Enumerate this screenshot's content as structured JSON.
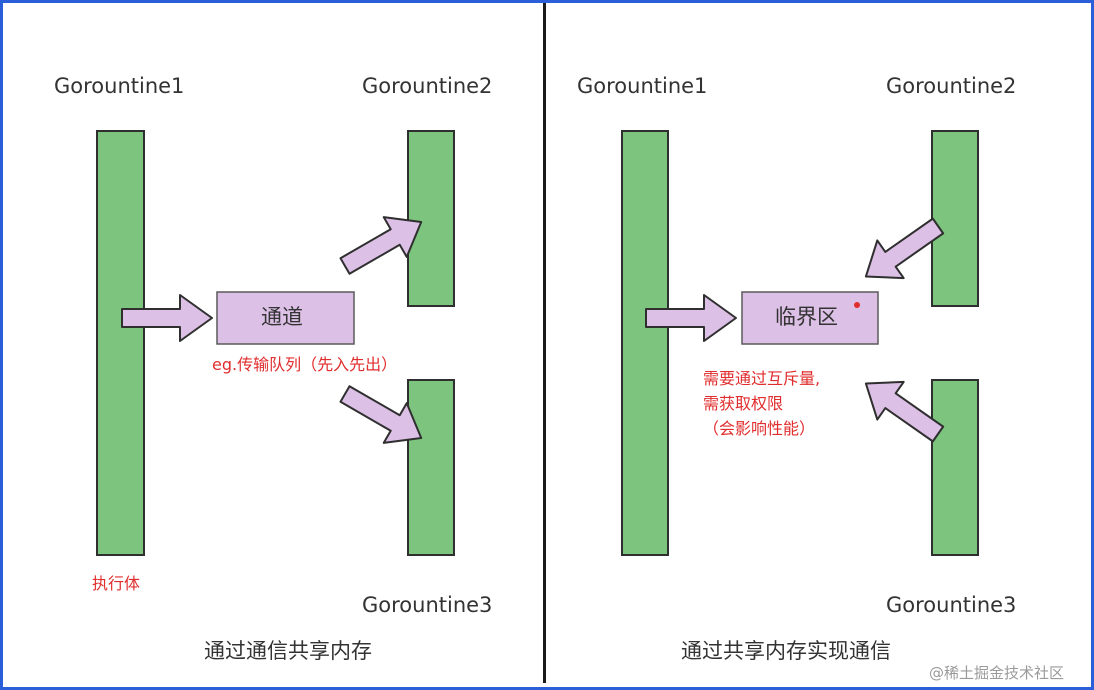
{
  "left_panel": {
    "goroutine1": "Gorountine1",
    "goroutine2": "Gorountine2",
    "goroutine3": "Gorountine3",
    "channel_box": "通道",
    "queue_note": "eg.传输队列（先入先出）",
    "executor_note": "执行体",
    "caption": "通过通信共享内存"
  },
  "right_panel": {
    "goroutine1": "Gorountine1",
    "goroutine2": "Gorountine2",
    "goroutine3": "Gorountine3",
    "critical_box": "临界区",
    "note_line1": "需要通过互斥量,",
    "note_line2": "需获取权限",
    "note_line3": "（会影响性能）",
    "caption": "通过共享内存实现通信"
  },
  "watermark": "@稀土掘金技术社区",
  "colors": {
    "bar_fill": "#7dc47f",
    "bar_stroke": "#2f2f2f",
    "box_fill": "#dcc0e6",
    "arrow_fill": "#dcc0e6",
    "note_red": "#e02d2d",
    "frame_blue": "#2b5fd9"
  }
}
